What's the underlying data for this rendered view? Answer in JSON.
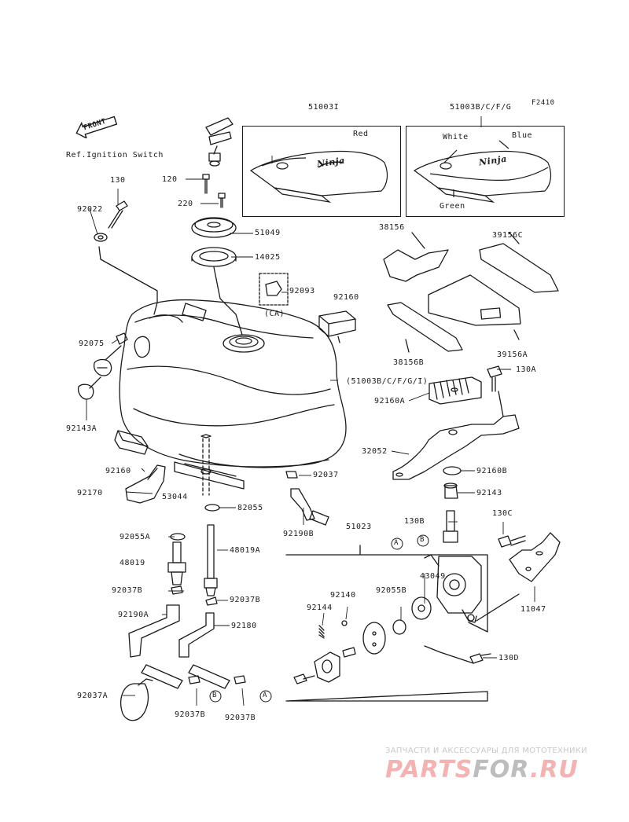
{
  "figure_id": "F2410",
  "front_label": "FRONT",
  "ref_label": "Ref.Ignition Switch",
  "variants": {
    "left_box": {
      "code": "51003I",
      "color_labels": [
        "Red"
      ],
      "badge": "Ninja"
    },
    "right_box": {
      "code": "51003B/C/F/G",
      "color_labels": [
        "White",
        "Blue",
        "Green"
      ],
      "badge": "Ninja"
    }
  },
  "callouts": {
    "A": "A",
    "B": "B"
  },
  "parts": [
    {
      "id": "p130",
      "code": "130"
    },
    {
      "id": "p92022",
      "code": "92022"
    },
    {
      "id": "p120",
      "code": "120"
    },
    {
      "id": "p220",
      "code": "220"
    },
    {
      "id": "p51049",
      "code": "51049"
    },
    {
      "id": "p14025",
      "code": "14025"
    },
    {
      "id": "p38156",
      "code": "38156"
    },
    {
      "id": "p39156c",
      "code": "39156C"
    },
    {
      "id": "p92093",
      "code": "92093"
    },
    {
      "id": "pca",
      "code": "(CA)"
    },
    {
      "id": "p92160",
      "code": "92160"
    },
    {
      "id": "p92075",
      "code": "92075"
    },
    {
      "id": "p38156b",
      "code": "38156B"
    },
    {
      "id": "p39156a",
      "code": "39156A"
    },
    {
      "id": "p130a",
      "code": "130A"
    },
    {
      "id": "ptank",
      "code": "(51003B/C/F/G/I)"
    },
    {
      "id": "p92143a",
      "code": "92143A"
    },
    {
      "id": "p92160a",
      "code": "92160A"
    },
    {
      "id": "p32052",
      "code": "32052"
    },
    {
      "id": "p92160left",
      "code": "92160"
    },
    {
      "id": "p92160b",
      "code": "92160B"
    },
    {
      "id": "p92037",
      "code": "92037"
    },
    {
      "id": "p92170",
      "code": "92170"
    },
    {
      "id": "p53044",
      "code": "53044"
    },
    {
      "id": "p82055",
      "code": "82055"
    },
    {
      "id": "p92143",
      "code": "92143"
    },
    {
      "id": "p92190b",
      "code": "92190B"
    },
    {
      "id": "p130b",
      "code": "130B"
    },
    {
      "id": "p130c",
      "code": "130C"
    },
    {
      "id": "p51023",
      "code": "51023"
    },
    {
      "id": "p92055a",
      "code": "92055A"
    },
    {
      "id": "p48019",
      "code": "48019"
    },
    {
      "id": "p48019a",
      "code": "48019A"
    },
    {
      "id": "p43049",
      "code": "43049"
    },
    {
      "id": "p92140",
      "code": "92140"
    },
    {
      "id": "p92055b",
      "code": "92055B"
    },
    {
      "id": "p92037b1",
      "code": "92037B"
    },
    {
      "id": "p92037b2",
      "code": "92037B"
    },
    {
      "id": "p92144",
      "code": "92144"
    },
    {
      "id": "p11047",
      "code": "11047"
    },
    {
      "id": "p92190a",
      "code": "92190A"
    },
    {
      "id": "p92180",
      "code": "92180"
    },
    {
      "id": "p130d",
      "code": "130D"
    },
    {
      "id": "p92037a",
      "code": "92037A"
    },
    {
      "id": "p92037b3",
      "code": "92037B"
    },
    {
      "id": "p92037b4",
      "code": "92037B"
    }
  ],
  "watermark": {
    "tagline": "ЗАПЧАСТИ И АКСЕССУАРЫ ДЛЯ МОТОТЕХНИКИ",
    "brand_part1": "PARTS",
    "brand_part2": "FOR",
    "brand_part3": ".RU"
  }
}
